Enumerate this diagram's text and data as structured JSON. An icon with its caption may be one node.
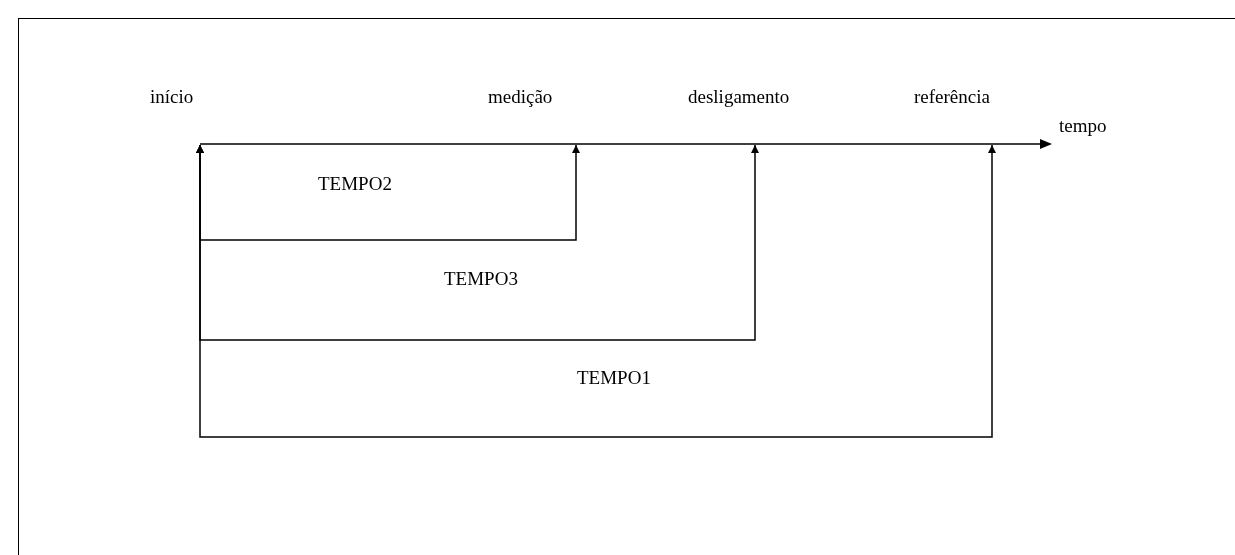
{
  "diagram": {
    "nodes": [
      {
        "text": [
          "início"
        ]
      },
      {
        "text": [
          "medição"
        ]
      },
      {
        "text": [
          "desligamento"
        ]
      },
      {
        "text": [
          "referência"
        ]
      }
    ],
    "edges": [
      {
        "from": 0,
        "to": 1,
        "arrow": "both",
        "label": "TEMPO2"
      },
      {
        "from": 0,
        "to": 2,
        "arrow": "both",
        "label": "TEMPO3"
      },
      {
        "from": 0,
        "to": 3,
        "arrow": "both",
        "label": "TEMPO1"
      }
    ],
    "labels": [
      "tempo"
    ]
  }
}
